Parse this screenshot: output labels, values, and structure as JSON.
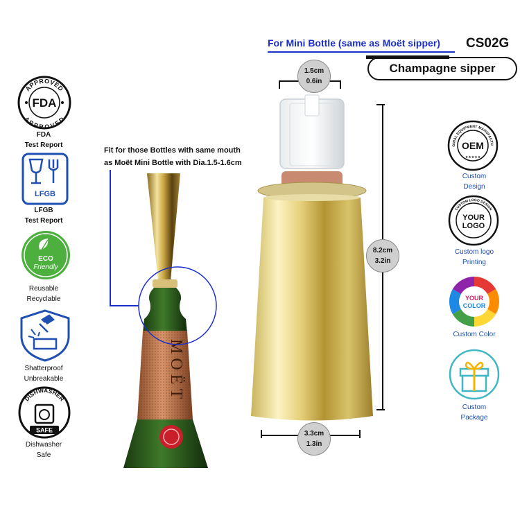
{
  "header": {
    "subtitle": "For Mini Bottle (same as Moët sipper)",
    "product_code": "CS02G",
    "product_name": "Champagne sipper"
  },
  "fit_note": {
    "line1": "Fit for those Bottles with same mouth",
    "line2": "as Moët Mini Bottle with Dia.1.5-1.6cm"
  },
  "left_badges": [
    {
      "icon": "fda-approved-icon",
      "seal_top": "APPROVED",
      "seal_mid": "FDA",
      "seal_bottom": "APPROVED",
      "line1": "FDA",
      "line2": "Test Report"
    },
    {
      "icon": "lfgb-icon",
      "seal_text": "LFGB",
      "line1": "LFGB",
      "line2": "Test Report"
    },
    {
      "icon": "eco-friendly-icon",
      "seal_line1": "ECO",
      "seal_line2": "Friendly",
      "line1": "Reusable",
      "line2": "Recyclable"
    },
    {
      "icon": "shatterproof-icon",
      "line1": "Shatterproof",
      "line2": "Unbreakable"
    },
    {
      "icon": "dishwasher-safe-icon",
      "seal_top": "DISHWASHER",
      "seal_bottom": "SAFE",
      "line1": "Dishwasher",
      "line2": "Safe"
    }
  ],
  "right_badges": [
    {
      "icon": "oem-icon",
      "seal_text": "OEM",
      "seal_ring": "ORIGINAL EQUIPMENT MANUFACTURER",
      "line1": "Custom",
      "line2": "Design"
    },
    {
      "icon": "your-logo-icon",
      "seal_line1": "YOUR",
      "seal_line2": "LOGO",
      "seal_ring": "CUSTOM LOGO DESIGN",
      "line1": "Custom logo",
      "line2": "Printing"
    },
    {
      "icon": "color-wheel-icon",
      "seal_line1": "YOUR",
      "seal_line2": "COLOR",
      "line1": "Custom Color",
      "line2": ""
    },
    {
      "icon": "gift-box-icon",
      "line1": "Custom",
      "line2": "Package"
    }
  ],
  "dimensions": {
    "top": {
      "metric": "1.5cm",
      "imperial": "0.6in"
    },
    "height": {
      "metric": "8.2cm",
      "imperial": "3.2in"
    },
    "bottom": {
      "metric": "3.3cm",
      "imperial": "1.3in"
    }
  },
  "bottle_label": "MOËT",
  "colors": {
    "accent_blue": "#1a2ec8",
    "gold": "#d9c46a",
    "bottle_green": "#2f5a1e",
    "label_copper": "#c47a4a"
  }
}
